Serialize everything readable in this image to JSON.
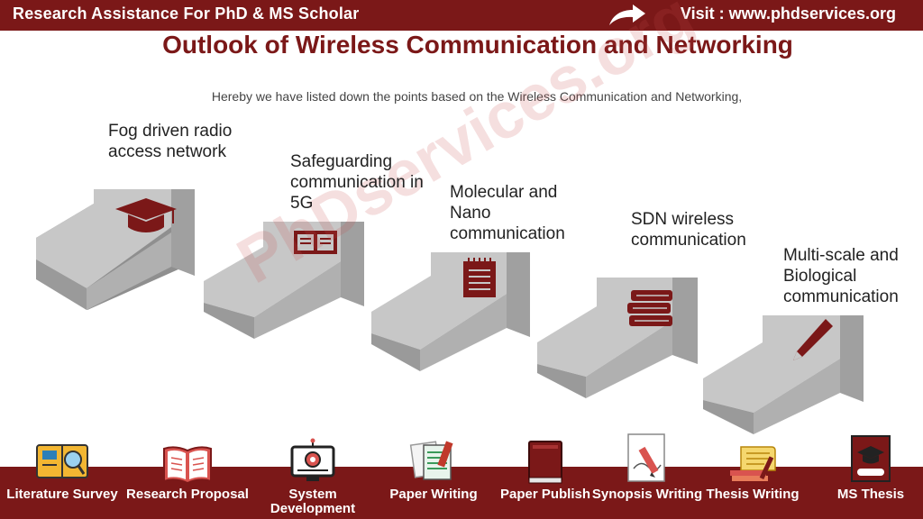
{
  "header": {
    "left_text": "Research Assistance For PhD & MS Scholar",
    "right_text": "Visit : www.phdservices.org"
  },
  "title": "Outlook of Wireless Communication and Networking",
  "subtitle": "Hereby we have listed down the points based on the Wireless Communication and Networking,",
  "watermark": "PhDservices.org",
  "steps": [
    {
      "label": "Fog driven radio access network",
      "icon": "graduation-cap-icon"
    },
    {
      "label": "Safeguarding communication in 5G",
      "icon": "open-book-icon"
    },
    {
      "label": "Molecular and Nano communication",
      "icon": "notepad-icon"
    },
    {
      "label": "SDN wireless communication",
      "icon": "books-stack-icon"
    },
    {
      "label": "Multi-scale and Biological communication",
      "icon": "pencil-icon"
    }
  ],
  "services": [
    {
      "label": "Literature Survey",
      "icon": "literature-survey-icon"
    },
    {
      "label": "Research Proposal",
      "icon": "research-proposal-icon"
    },
    {
      "label": "System Development",
      "icon": "system-development-icon"
    },
    {
      "label": "Paper Writing",
      "icon": "paper-writing-icon"
    },
    {
      "label": "Paper Publish",
      "icon": "paper-publish-icon"
    },
    {
      "label": "Synopsis Writing",
      "icon": "synopsis-writing-icon"
    },
    {
      "label": "Thesis Writing",
      "icon": "thesis-writing-icon"
    },
    {
      "label": "MS Thesis",
      "icon": "ms-thesis-icon"
    }
  ],
  "colors": {
    "brand": "#7b1818",
    "arrow_top": "#c4c4c4",
    "arrow_side": "#8f8f8f",
    "arrow_edge": "#a8a8a8"
  }
}
